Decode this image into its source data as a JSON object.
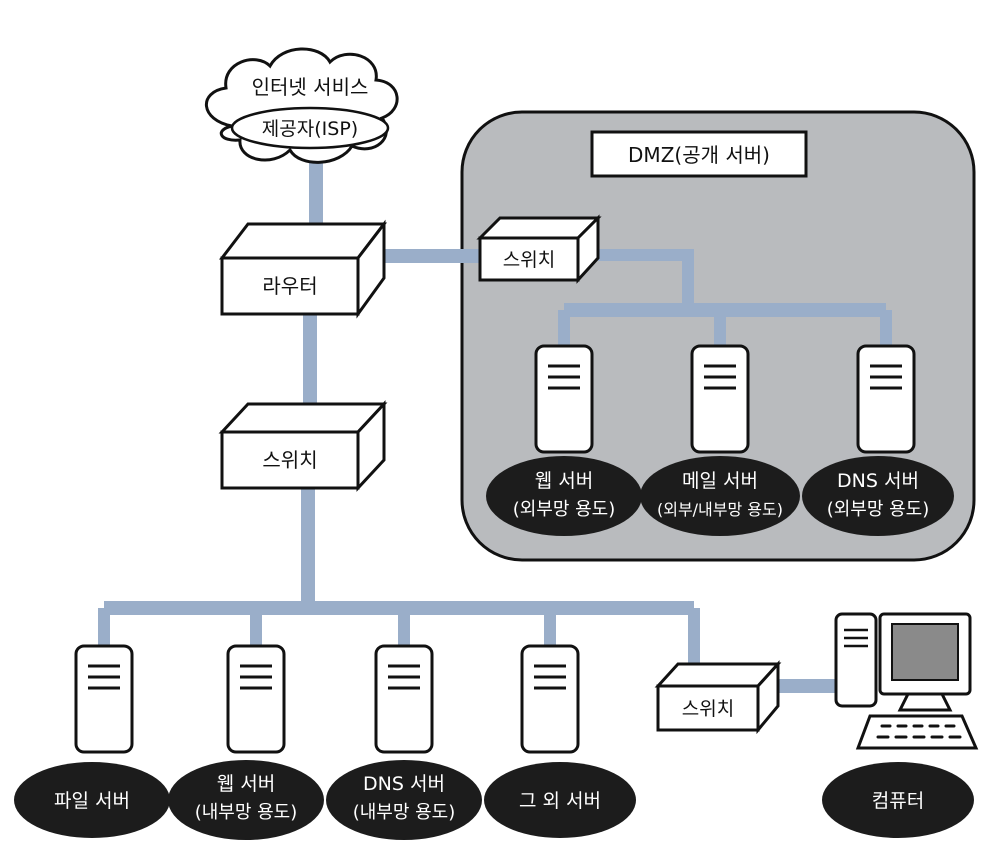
{
  "isp": {
    "line1": "인터넷 서비스",
    "line2": "제공자(ISP)"
  },
  "router": {
    "label": "라우터"
  },
  "dmz": {
    "title": "DMZ(공개 서버)"
  },
  "switches": {
    "dmz": "스위치",
    "main": "스위치",
    "pc": "스위치"
  },
  "dmz_servers": [
    {
      "line1": "웹 서버",
      "line2": "(외부망 용도)"
    },
    {
      "line1": "메일 서버",
      "line2": "(외부/내부망 용도)"
    },
    {
      "line1": "DNS 서버",
      "line2": "(외부망 용도)"
    }
  ],
  "internal_servers": [
    {
      "line1": "파일 서버",
      "line2": ""
    },
    {
      "line1": "웹 서버",
      "line2": "(내부망 용도)"
    },
    {
      "line1": "DNS 서버",
      "line2": "(내부망 용도)"
    },
    {
      "line1": "그 외 서버",
      "line2": ""
    }
  ],
  "computer": {
    "label": "컴퓨터"
  },
  "colors": {
    "cable": "#9aaec9",
    "dmz_fill": "#b9bbbe",
    "pill": "#1c1c1c",
    "outline": "#111111",
    "screen": "#8a8a8a"
  }
}
